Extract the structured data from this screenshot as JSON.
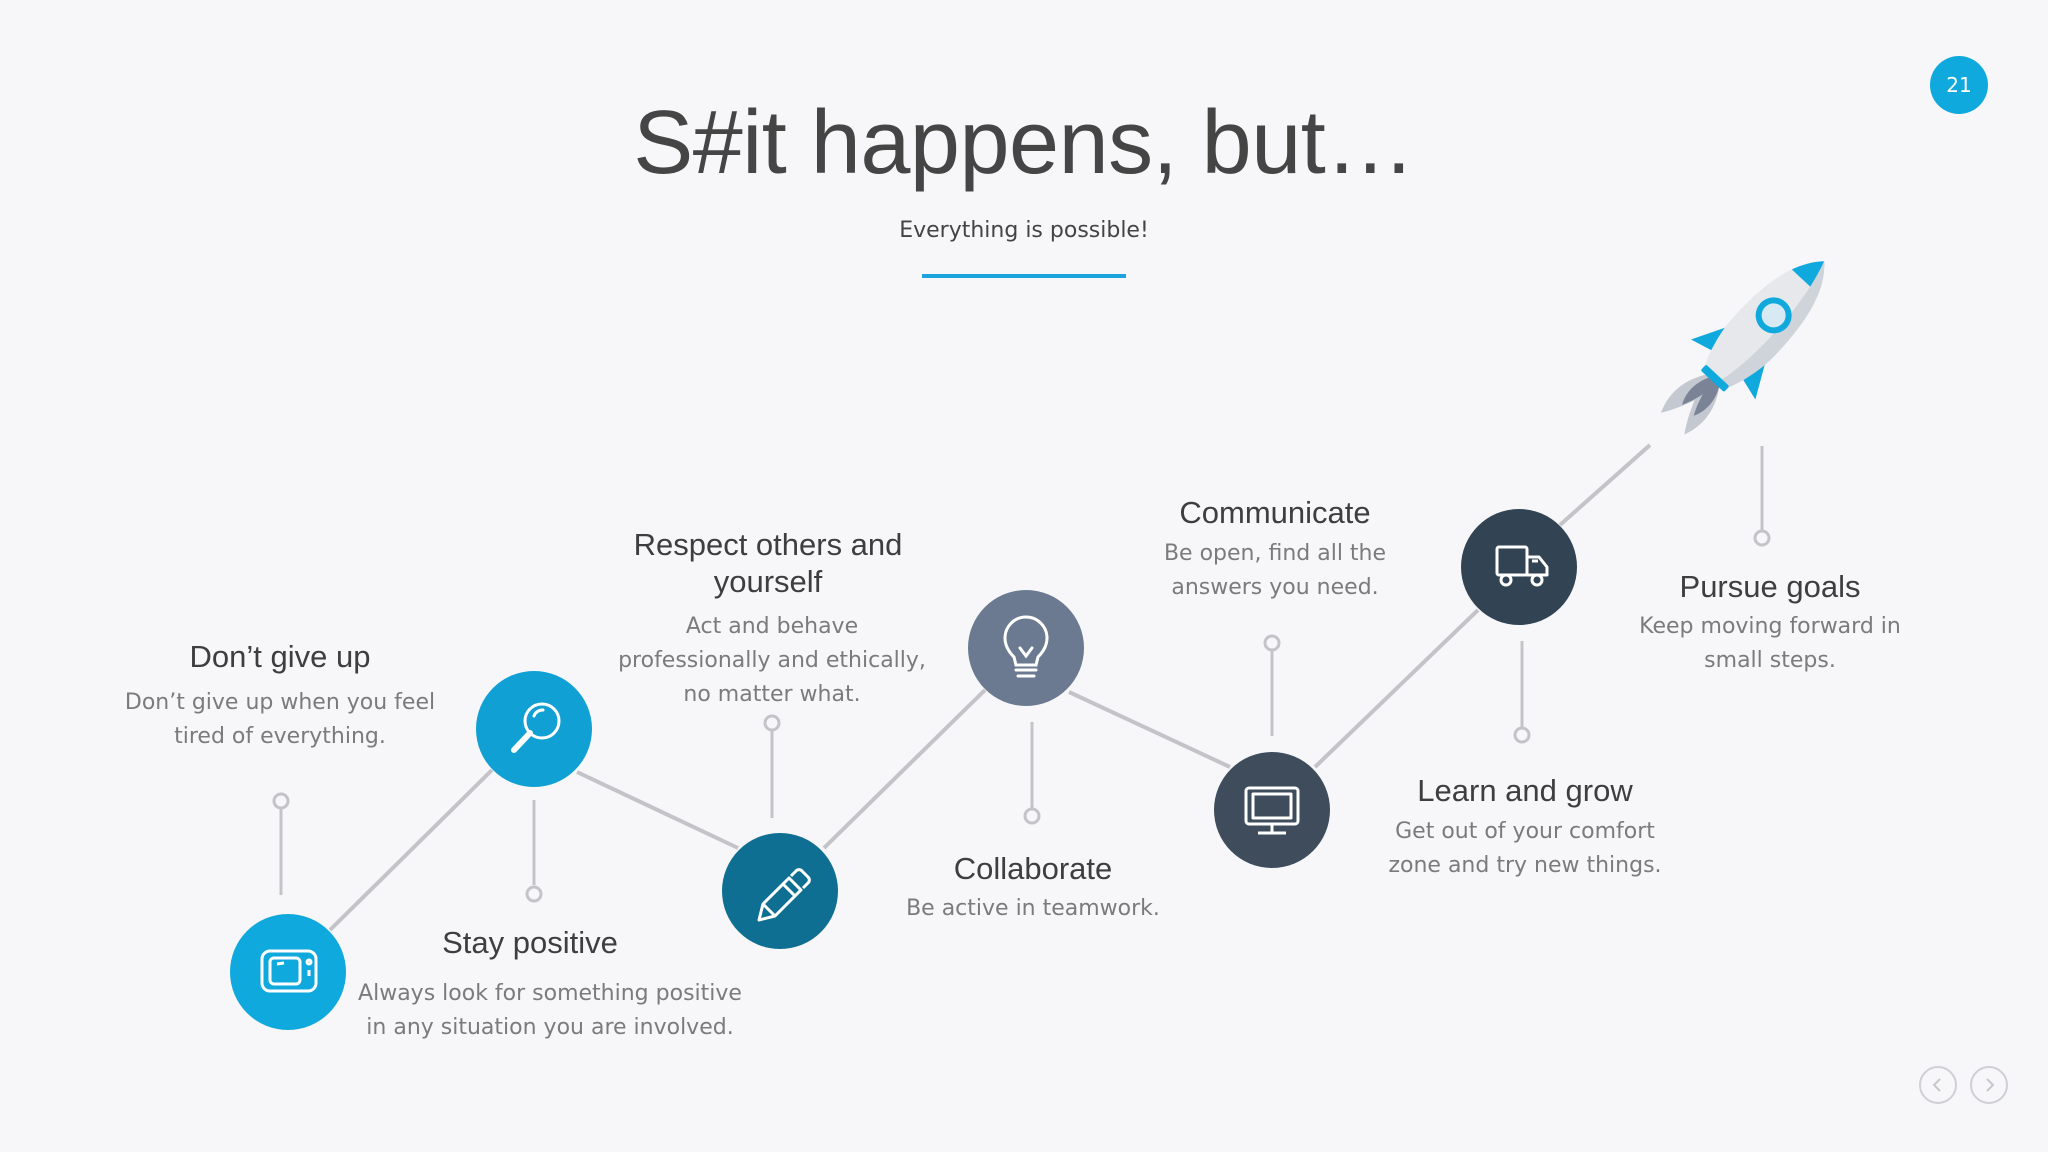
{
  "slide": {
    "page_number": "21",
    "title": "S#it happens, but…",
    "subtitle": "Everything is possible!"
  },
  "colors": {
    "accent": "#10a9de",
    "title_rule": "#1aa3dc",
    "dark_teal": "#0e6f93",
    "slate": "#6b7a90",
    "charcoal": "#3f4c5b",
    "dark_slate": "#324353",
    "connector": "#c4c4c8"
  },
  "steps": [
    {
      "title": "Don’t give up",
      "desc_lines": [
        "Don’t give up when you feel",
        "tired of everything."
      ],
      "icon": "tv-icon"
    },
    {
      "title": "Stay positive",
      "desc_lines": [
        "Always look for something positive",
        "in any situation you are involved."
      ],
      "icon": "magnifier-icon"
    },
    {
      "title_lines": [
        "Respect others and",
        "yourself"
      ],
      "desc_lines": [
        "Act and behave",
        "professionally and ethically,",
        "no matter what."
      ],
      "icon": "pencil-icon"
    },
    {
      "title": "Collaborate",
      "desc_lines": [
        "Be active in teamwork."
      ],
      "icon": "lightbulb-icon"
    },
    {
      "title": "Communicate",
      "desc_lines": [
        "Be open, find all the",
        "answers you need."
      ],
      "icon": "monitor-icon"
    },
    {
      "title": "Learn and grow",
      "desc_lines": [
        "Get out of your comfort",
        "zone and try new things."
      ],
      "icon": "truck-icon"
    },
    {
      "title": "Pursue goals",
      "desc_lines": [
        "Keep moving forward in",
        "small steps."
      ],
      "icon": "rocket-icon"
    }
  ],
  "navigation": {
    "prev_icon": "chevron-left-icon",
    "next_icon": "chevron-right-icon"
  }
}
